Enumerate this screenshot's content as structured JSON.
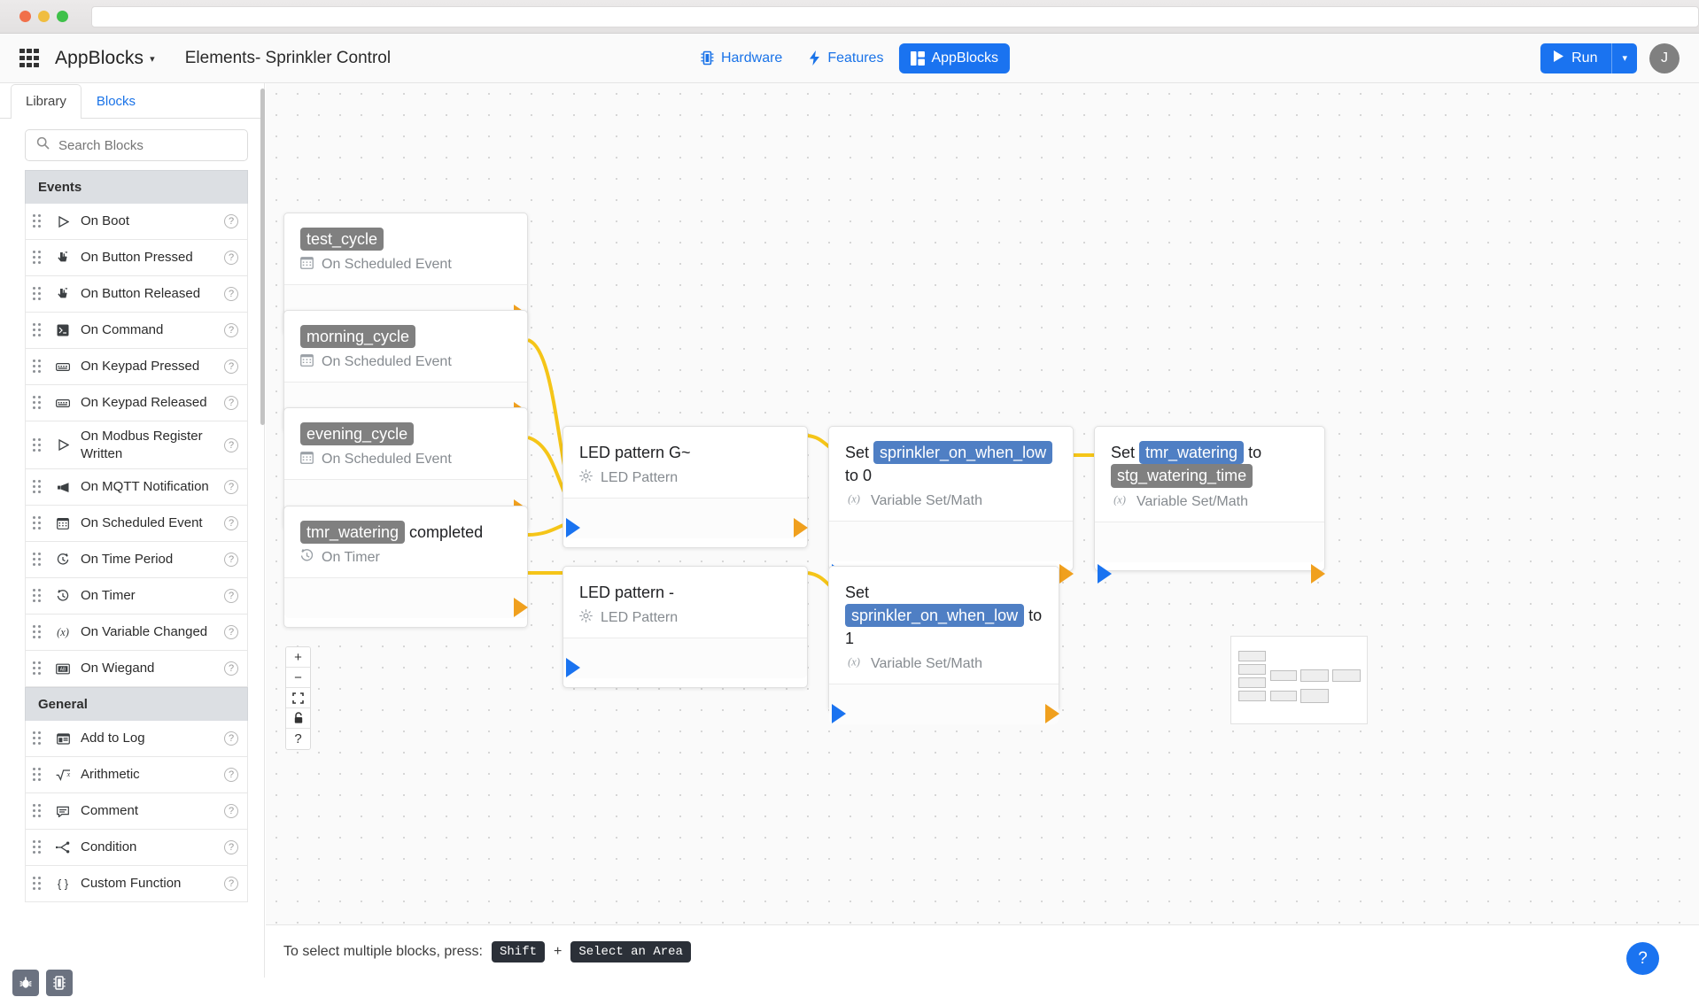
{
  "window": {
    "traffic_lights": [
      "close",
      "minimize",
      "maximize"
    ],
    "address_value": ""
  },
  "header": {
    "grid_icon": "apps-grid-icon",
    "brand": "AppBlocks",
    "brand_caret": "▾",
    "doc_title": "Elements- Sprinkler Control",
    "tabs": [
      {
        "label": "Hardware",
        "icon": "chip-icon",
        "active": false
      },
      {
        "label": "Features",
        "icon": "bolt-icon",
        "active": false
      },
      {
        "label": "AppBlocks",
        "icon": "blocks-icon",
        "active": true
      }
    ],
    "run_label": "Run",
    "run_caret": "▾",
    "avatar_initial": "J",
    "accent_color": "#1a73f0"
  },
  "sidebar": {
    "tabs": [
      {
        "label": "Library",
        "active": true
      },
      {
        "label": "Blocks",
        "active": false
      }
    ],
    "search": {
      "placeholder": "Search Blocks",
      "value": "",
      "icon": "search-icon"
    },
    "categories": [
      {
        "name": "Events",
        "items": [
          {
            "label": "On Boot",
            "icon": "play-triangle-icon"
          },
          {
            "label": "On Button Pressed",
            "icon": "pointer-hand-icon"
          },
          {
            "label": "On Button Released",
            "icon": "pointer-hand-icon"
          },
          {
            "label": "On Command",
            "icon": "terminal-icon"
          },
          {
            "label": "On Keypad Pressed",
            "icon": "keypad-icon"
          },
          {
            "label": "On Keypad Released",
            "icon": "keypad-icon"
          },
          {
            "label": "On Modbus Register Written",
            "icon": "play-triangle-icon"
          },
          {
            "label": "On MQTT Notification",
            "icon": "megaphone-icon"
          },
          {
            "label": "On Scheduled Event",
            "icon": "calendar-icon"
          },
          {
            "label": "On Time Period",
            "icon": "clock-arrow-icon"
          },
          {
            "label": "On Timer",
            "icon": "timer-icon"
          },
          {
            "label": "On Variable Changed",
            "icon": "variable-x-icon"
          },
          {
            "label": "On Wiegand",
            "icon": "card-reader-icon"
          }
        ]
      },
      {
        "name": "General",
        "items": [
          {
            "label": "Add to Log",
            "icon": "log-icon"
          },
          {
            "label": "Arithmetic",
            "icon": "sqrt-icon"
          },
          {
            "label": "Comment",
            "icon": "comment-icon"
          },
          {
            "label": "Condition",
            "icon": "branch-icon"
          },
          {
            "label": "Custom Function",
            "icon": "braces-icon"
          }
        ]
      }
    ],
    "help_glyph": "?"
  },
  "corner_tools": [
    {
      "name": "debug-bug-button",
      "glyph": "bug-icon"
    },
    {
      "name": "device-chip-button",
      "glyph": "chip-icon"
    }
  ],
  "canvas": {
    "nodes": [
      {
        "id": "test_cycle",
        "title_parts": [
          {
            "text": "test_cycle",
            "style": "pill-gray"
          }
        ],
        "subtype": "On Scheduled Event",
        "sub_icon": "calendar-icon",
        "has_input": false,
        "has_output": true
      },
      {
        "id": "morning_cycle",
        "title_parts": [
          {
            "text": "morning_cycle",
            "style": "pill-gray"
          }
        ],
        "subtype": "On Scheduled Event",
        "sub_icon": "calendar-icon",
        "has_input": false,
        "has_output": true
      },
      {
        "id": "evening_cycle",
        "title_parts": [
          {
            "text": "evening_cycle",
            "style": "pill-gray"
          }
        ],
        "subtype": "On Scheduled Event",
        "sub_icon": "calendar-icon",
        "has_input": false,
        "has_output": true
      },
      {
        "id": "tmr_watering_completed",
        "title_parts": [
          {
            "text": "tmr_watering",
            "style": "pill-gray"
          },
          {
            "text": " completed",
            "style": "plain"
          }
        ],
        "subtype": "On Timer",
        "sub_icon": "timer-icon",
        "has_input": false,
        "has_output": true
      },
      {
        "id": "led_pattern_g",
        "title_parts": [
          {
            "text": "LED pattern G~",
            "style": "plain"
          }
        ],
        "subtype": "LED Pattern",
        "sub_icon": "brightness-icon",
        "has_input": true,
        "has_output": true
      },
      {
        "id": "led_pattern_dash",
        "title_parts": [
          {
            "text": "LED pattern -",
            "style": "plain"
          }
        ],
        "subtype": "LED Pattern",
        "sub_icon": "brightness-icon",
        "has_input": true,
        "has_output": false
      },
      {
        "id": "set_sprinkler_low_0",
        "title_parts": [
          {
            "text": "Set ",
            "style": "plain"
          },
          {
            "text": "sprinkler_on_when_low",
            "style": "pill-blue"
          },
          {
            "text": " to 0",
            "style": "plain"
          }
        ],
        "subtype": "Variable Set/Math",
        "sub_icon": "variable-x-icon",
        "has_input": true,
        "has_output": true
      },
      {
        "id": "set_sprinkler_low_1",
        "title_parts": [
          {
            "text": "Set ",
            "style": "plain"
          },
          {
            "text": "sprinkler_on_when_low",
            "style": "pill-blue"
          },
          {
            "text": " to 1",
            "style": "plain"
          }
        ],
        "subtype": "Variable Set/Math",
        "sub_icon": "variable-x-icon",
        "has_input": true,
        "has_output": true
      },
      {
        "id": "set_tmr_watering",
        "title_parts": [
          {
            "text": "Set ",
            "style": "plain"
          },
          {
            "text": "tmr_watering",
            "style": "pill-blue"
          },
          {
            "text": " to ",
            "style": "plain"
          },
          {
            "text": "stg_watering_time",
            "style": "pill-gray"
          }
        ],
        "subtype": "Variable Set/Math",
        "sub_icon": "variable-x-icon",
        "has_input": true,
        "has_output": true
      }
    ],
    "edge_color": "#f5c518",
    "output_port_color": "#f0a01e",
    "input_port_color": "#1a73f0",
    "zoom_controls": [
      {
        "name": "zoom-in-button",
        "glyph": "+"
      },
      {
        "name": "zoom-out-button",
        "glyph": "−"
      },
      {
        "name": "fit-view-button",
        "glyph": "fit-icon"
      },
      {
        "name": "lock-button",
        "glyph": "lock-icon"
      },
      {
        "name": "canvas-help-button",
        "glyph": "?"
      }
    ]
  },
  "statusbar": {
    "text": "To select multiple blocks, press:",
    "key_shift": "Shift",
    "plus": "+",
    "key_area": "Select an Area",
    "help_fab": "?"
  }
}
